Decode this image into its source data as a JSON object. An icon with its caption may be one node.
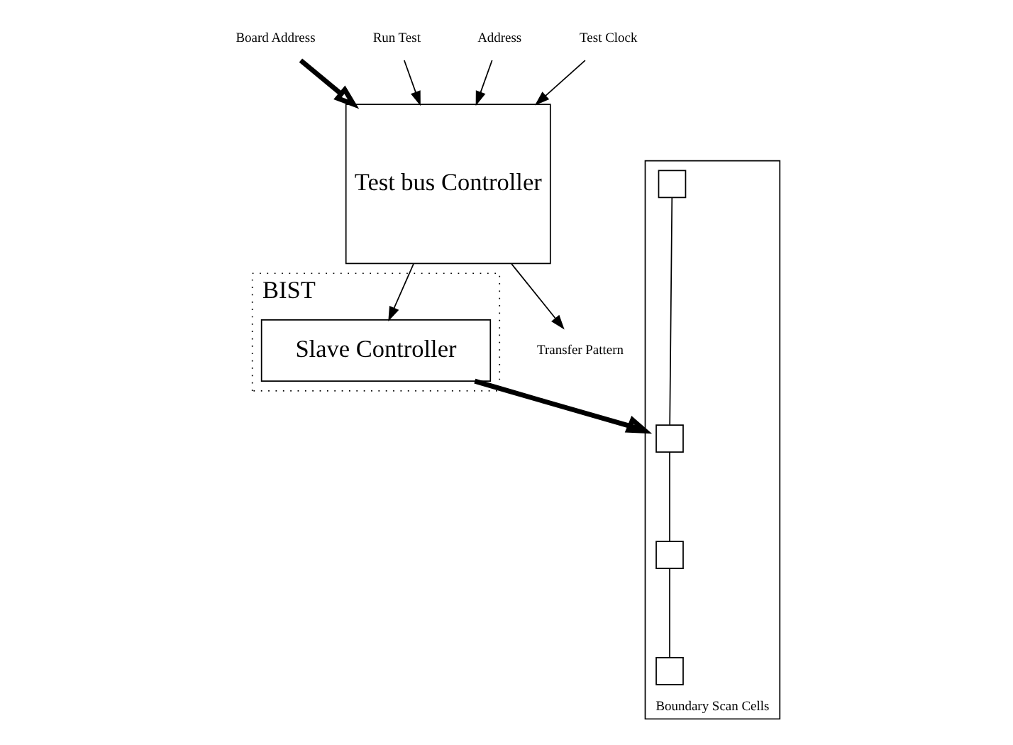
{
  "diagram": {
    "nodes": [
      {
        "text": [
          "Board Address"
        ]
      },
      {
        "text": [
          "BIST"
        ]
      },
      {
        "text": [
          "Slave Controller"
        ],
        "in": 1
      },
      {
        "text": [
          "Test bus Controller"
        ]
      },
      {
        "text": [
          "Boundary Scan Cells"
        ]
      },
      {
        "text": [],
        "shape": "box",
        "in": 4
      },
      {
        "text": [],
        "shape": "box",
        "in": 4
      },
      {
        "text": [],
        "shape": "box",
        "in": 4
      },
      {
        "text": [],
        "shape": "box",
        "in": 4
      },
      {
        "text": [
          "Run Test"
        ]
      },
      {
        "text": [
          "Transfer Pattern"
        ]
      },
      {
        "text": [
          "Address"
        ]
      },
      {
        "text": [
          "Test Clock"
        ]
      }
    ],
    "edges": [
      {
        "from": 0,
        "to": 3,
        "arrow": "to",
        "style": "thick"
      },
      {
        "from": 3,
        "to": 2,
        "arrow": "to"
      },
      {
        "from": 2,
        "to": 4,
        "arrow": "to",
        "style": "thick"
      },
      {
        "from": 5,
        "to": 6,
        "arrow": "none"
      },
      {
        "from": 6,
        "to": 7,
        "arrow": "none"
      },
      {
        "from": 7,
        "to": 8,
        "arrow": "none"
      },
      {
        "from": 9,
        "to": 3,
        "arrow": "to"
      },
      {
        "from": 3,
        "to": 10,
        "arrow": "to"
      },
      {
        "from": 11,
        "to": 3,
        "arrow": "to"
      },
      {
        "from": 12,
        "to": 3,
        "arrow": "to"
      }
    ]
  }
}
